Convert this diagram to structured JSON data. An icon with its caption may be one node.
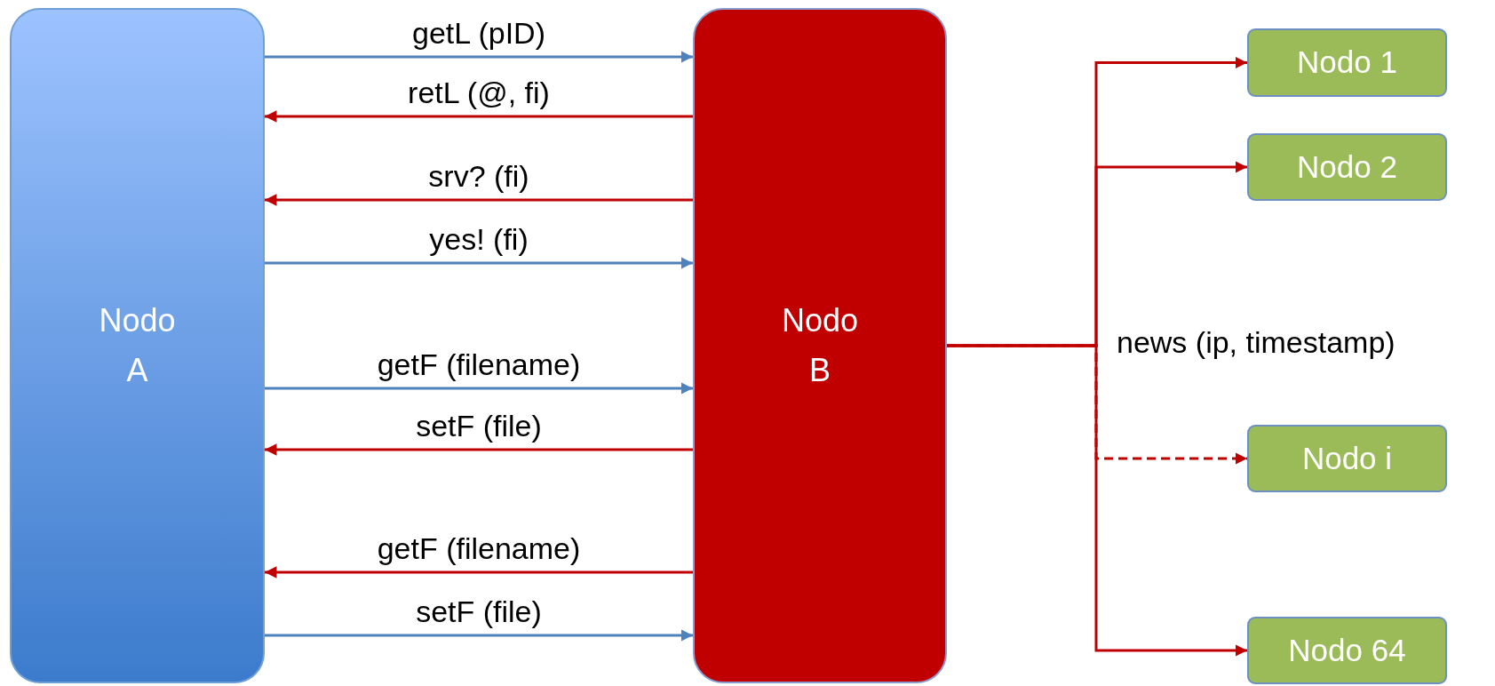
{
  "diagram": {
    "nodes": [
      {
        "text": [
          "Nodo A"
        ]
      },
      {
        "text": [
          "Nodo B"
        ]
      },
      {
        "text": [
          "Nodo 1"
        ]
      },
      {
        "text": [
          "Nodo 2"
        ]
      },
      {
        "text": [
          "Nodo i"
        ]
      },
      {
        "text": [
          "Nodo 64"
        ]
      }
    ],
    "edges": [
      {
        "from": 0,
        "to": 1,
        "arrow": "to",
        "label": "getL (pID)",
        "color": "#4f81bd"
      },
      {
        "from": 1,
        "to": 0,
        "arrow": "to",
        "label": "retL (@, fi)"
      },
      {
        "from": 1,
        "to": 0,
        "arrow": "to",
        "label": "srv? (fi)"
      },
      {
        "from": 0,
        "to": 1,
        "arrow": "to",
        "label": "yes! (fi)",
        "color": "#4f81bd"
      },
      {
        "from": 0,
        "to": 1,
        "arrow": "to",
        "label": "getF (filename)",
        "color": "#4f81bd"
      },
      {
        "from": 1,
        "to": 0,
        "arrow": "to",
        "label": "setF (file)"
      },
      {
        "from": 1,
        "to": 0,
        "arrow": "to",
        "label": "getF (filename)"
      },
      {
        "from": 0,
        "to": 1,
        "arrow": "to",
        "label": "setF (file)",
        "color": "#4f81bd"
      },
      {
        "from": 1,
        "to": 2,
        "arrow": "to"
      },
      {
        "from": 1,
        "to": 3,
        "arrow": "to"
      },
      {
        "from": 1,
        "to": 4,
        "arrow": "to",
        "style": "dashed"
      },
      {
        "from": 1,
        "to": 5,
        "arrow": "to"
      }
    ],
    "labels": [
      "news (ip, timestamp)"
    ]
  }
}
